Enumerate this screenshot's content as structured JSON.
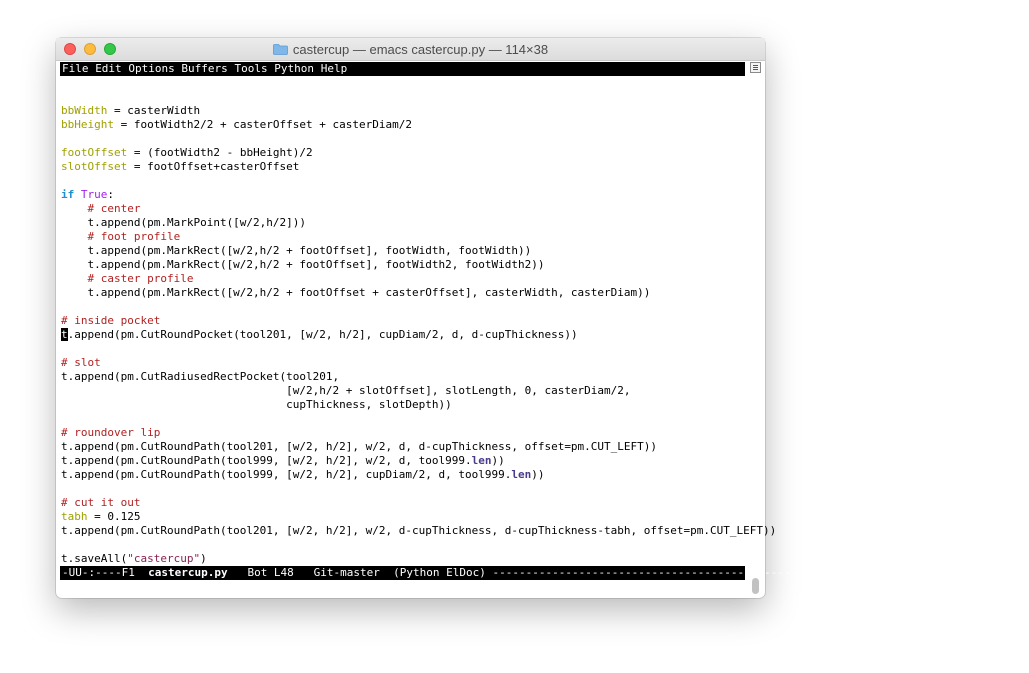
{
  "window": {
    "title": "castercup — emacs castercup.py — 114×38"
  },
  "menubar": [
    "File",
    "Edit",
    "Options",
    "Buffers",
    "Tools",
    "Python",
    "Help"
  ],
  "code_lines": [
    [],
    [
      [
        "v",
        "bbWidth"
      ],
      [
        "n",
        " = casterWidth"
      ]
    ],
    [
      [
        "v",
        "bbHeight"
      ],
      [
        "n",
        " = footWidth2/2 + casterOffset + casterDiam/2"
      ]
    ],
    [],
    [
      [
        "v",
        "footOffset"
      ],
      [
        "n",
        " = (footWidth2 - bbHeight)/2"
      ]
    ],
    [
      [
        "v",
        "slotOffset"
      ],
      [
        "n",
        " = footOffset+casterOffset"
      ]
    ],
    [],
    [
      [
        "if",
        "if"
      ],
      [
        "n",
        " "
      ],
      [
        "k",
        "True"
      ],
      [
        "n",
        ":"
      ]
    ],
    [
      [
        "n",
        "    "
      ],
      [
        "c",
        "# center"
      ]
    ],
    [
      [
        "n",
        "    t.append(pm.MarkPoint([w/2,h/2]))"
      ]
    ],
    [
      [
        "n",
        "    "
      ],
      [
        "c",
        "# foot profile"
      ]
    ],
    [
      [
        "n",
        "    t.append(pm.MarkRect([w/2,h/2 + footOffset], footWidth, footWidth))"
      ]
    ],
    [
      [
        "n",
        "    t.append(pm.MarkRect([w/2,h/2 + footOffset], footWidth2, footWidth2))"
      ]
    ],
    [
      [
        "n",
        "    "
      ],
      [
        "c",
        "# caster profile"
      ]
    ],
    [
      [
        "n",
        "    t.append(pm.MarkRect([w/2,h/2 + footOffset + casterOffset], casterWidth, casterDiam))"
      ]
    ],
    [],
    [
      [
        "c",
        "# inside pocket"
      ]
    ],
    [
      [
        "cur",
        "t"
      ],
      [
        "n",
        ".append(pm.CutRoundPocket(tool201, [w/2, h/2], cupDiam/2, d, d-cupThickness))"
      ]
    ],
    [],
    [
      [
        "c",
        "# slot"
      ]
    ],
    [
      [
        "n",
        "t.append(pm.CutRadiusedRectPocket(tool201,"
      ]
    ],
    [
      [
        "n",
        "                                  [w/2,h/2 + slotOffset], slotLength, 0, casterDiam/2,"
      ]
    ],
    [
      [
        "n",
        "                                  cupThickness, slotDepth))"
      ]
    ],
    [],
    [
      [
        "c",
        "# roundover lip"
      ]
    ],
    [
      [
        "n",
        "t.append(pm.CutRoundPath(tool201, [w/2, h/2], w/2, d, d-cupThickness, offset=pm.CUT_LEFT))"
      ]
    ],
    [
      [
        "n",
        "t.append(pm.CutRoundPath(tool999, [w/2, h/2], w/2, d, tool999."
      ],
      [
        "b",
        "len"
      ],
      [
        "n",
        "))"
      ]
    ],
    [
      [
        "n",
        "t.append(pm.CutRoundPath(tool999, [w/2, h/2], cupDiam/2, d, tool999."
      ],
      [
        "b",
        "len"
      ],
      [
        "n",
        "))"
      ]
    ],
    [],
    [
      [
        "c",
        "# cut it out"
      ]
    ],
    [
      [
        "v",
        "tabh"
      ],
      [
        "n",
        " = 0.125"
      ]
    ],
    [
      [
        "n",
        "t.append(pm.CutRoundPath(tool201, [w/2, h/2], w/2, d-cupThickness, d-cupThickness-tabh, offset=pm.CUT_LEFT))"
      ]
    ],
    [],
    [
      [
        "n",
        "t.saveAll("
      ],
      [
        "s",
        "\"castercup\""
      ],
      [
        "n",
        ")"
      ]
    ]
  ],
  "modeline": {
    "status": "-UU-:----F1  ",
    "buffer": "castercup.py",
    "position": "   Bot L48   ",
    "branch": "Git-master",
    "modes": "  (Python ElDoc) ",
    "fill": "---------------------------------------------------------------------------------"
  },
  "colors": {
    "variable": "#a0a000",
    "comment": "#b22222",
    "keyword": "#a020f0",
    "if_keyword": "#1e90d0",
    "builtin": "#483d8b",
    "string": "#8b2252"
  }
}
